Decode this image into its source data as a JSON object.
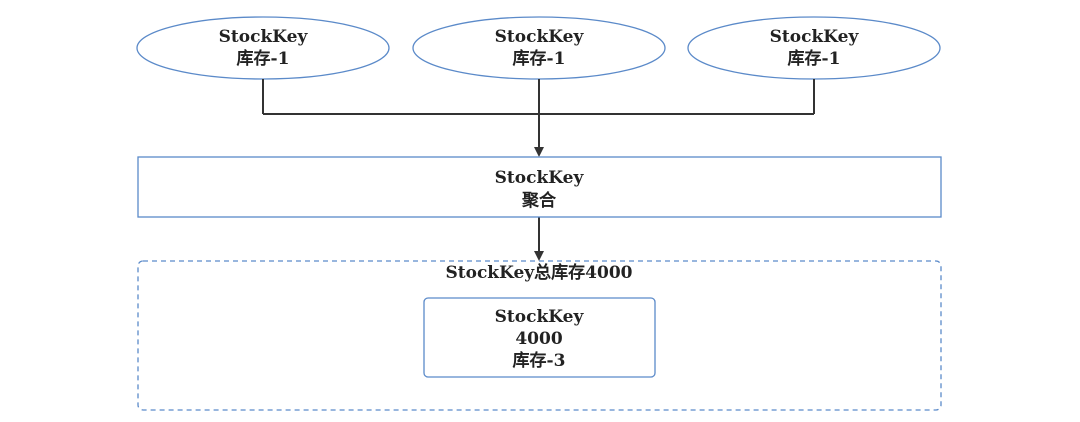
{
  "top_nodes": [
    {
      "line1": "StockKey",
      "line2": "库存-1"
    },
    {
      "line1": "StockKey",
      "line2": "库存-1"
    },
    {
      "line1": "StockKey",
      "line2": "库存-1"
    }
  ],
  "aggregate": {
    "line1": "StockKey",
    "line2": "聚合"
  },
  "group": {
    "title": "StockKey总库存4000"
  },
  "result": {
    "line1": "StockKey",
    "line2": "4000",
    "line3": "库存-3"
  },
  "colors": {
    "stroke": "#5b8ac9",
    "line": "#333333",
    "text": "#222222"
  }
}
